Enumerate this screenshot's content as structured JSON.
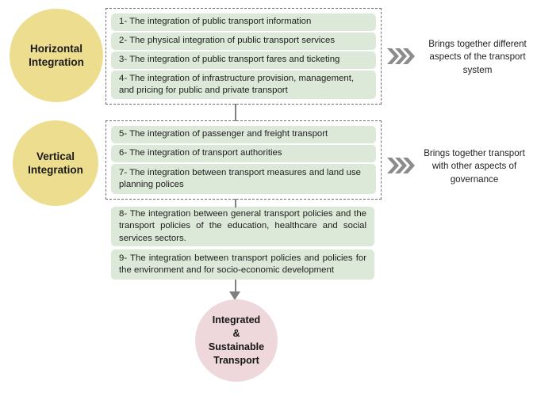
{
  "diagram": {
    "title_text": "",
    "colors": {
      "category_circle": "#EDDD8E",
      "item_box": "#DCE8D8",
      "outcome_circle": "#EED8DC",
      "arrow_gray": "#8C8C8C",
      "connector_gray": "#808080",
      "dashed_border": "#6F6F6F"
    },
    "categories": [
      {
        "id": "horizontal",
        "label": "Horizontal\nIntegration",
        "line1": "Horizontal",
        "line2": "Integration"
      },
      {
        "id": "vertical",
        "label": "Vertical\nIntegration",
        "line1": "Vertical",
        "line2": "Integration"
      }
    ],
    "items": [
      {
        "number": "1-",
        "text": "1- The integration of public transport information",
        "group": "horizontal"
      },
      {
        "number": "2-",
        "text": "2- The physical integration of public transport services",
        "group": "horizontal"
      },
      {
        "number": "3-",
        "text": "3- The integration of public transport fares and ticketing",
        "group": "horizontal"
      },
      {
        "number": "4-",
        "text": "4- The integration of infrastructure provision, management, and pricing for public and private transport",
        "group": "horizontal"
      },
      {
        "number": "5-",
        "text": "5- The integration of passenger and freight transport",
        "group": "vertical"
      },
      {
        "number": "6-",
        "text": "6- The integration of transport authorities",
        "group": "vertical"
      },
      {
        "number": "7-",
        "text": "7- The integration between transport measures and land use planning polices",
        "group": "vertical"
      },
      {
        "number": "8-",
        "text": "8- The integration between general transport policies and the transport policies of the education, healthcare and social services sectors.",
        "group": "none"
      },
      {
        "number": "9-",
        "text": "9- The integration between transport policies and policies for the environment and for socio-economic development",
        "group": "none"
      }
    ],
    "side_notes": [
      {
        "id": "note-horizontal",
        "text": "Brings together different aspects of the transport system"
      },
      {
        "id": "note-vertical",
        "text": "Brings together transport with other aspects of governance"
      }
    ],
    "outcome": {
      "line1": "Integrated",
      "line2": "&",
      "line3": "Sustainable",
      "line4": "Transport",
      "text": "Integrated & Sustainable Transport"
    },
    "icons": {
      "chevron_right": "chevrons-right-icon",
      "arrow_down": "arrow-down-icon"
    }
  }
}
